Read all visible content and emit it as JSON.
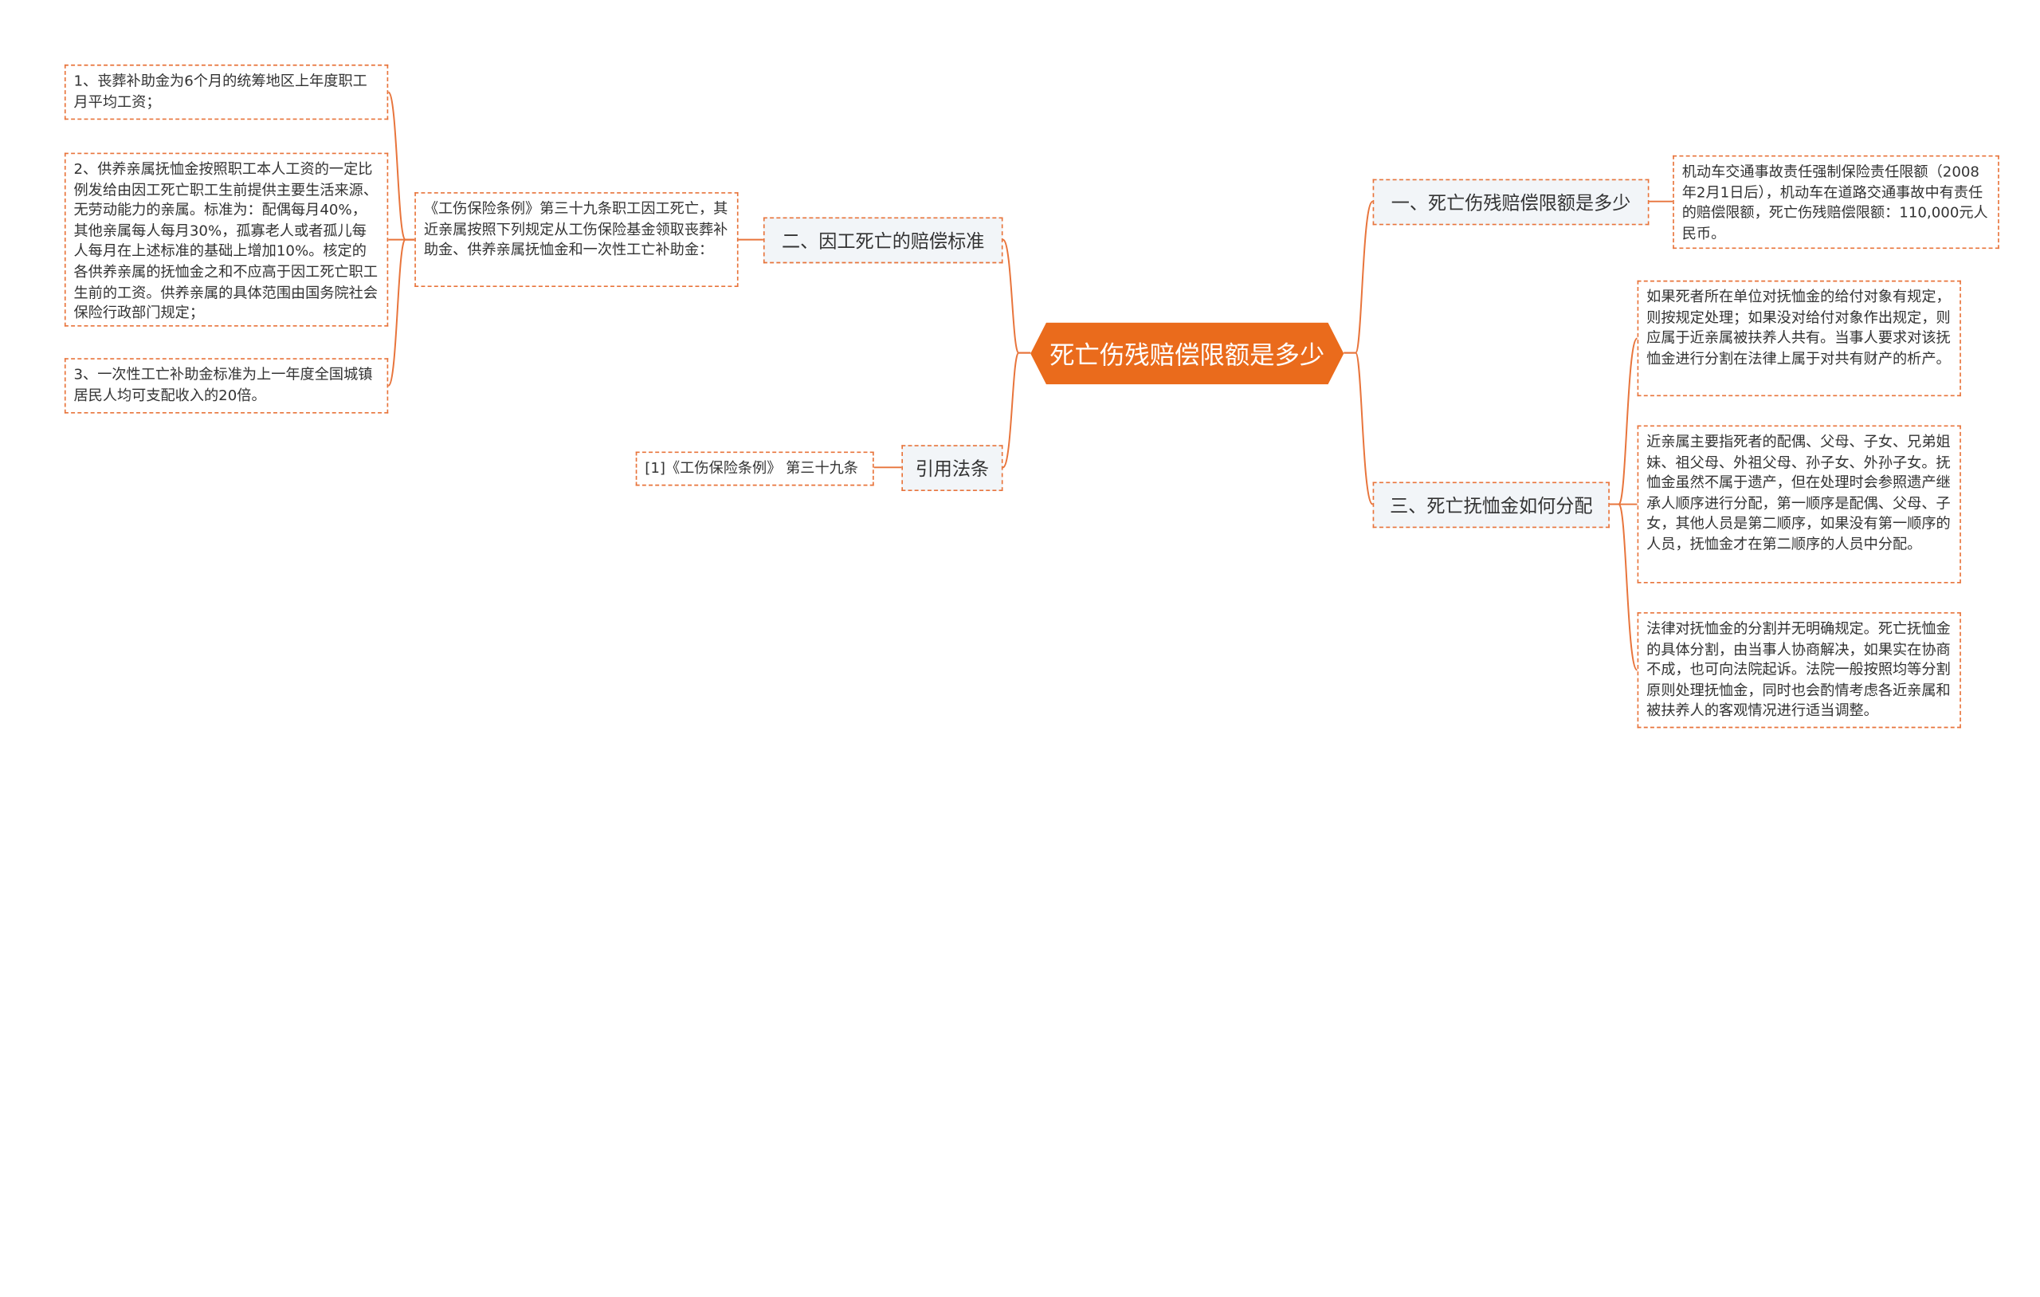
{
  "root": {
    "label": "死亡伤残赔偿限额是多少"
  },
  "branches": {
    "limit": {
      "label": "一、死亡伤残赔偿限额是多少",
      "leaves": [
        "机动车交通事故责任强制保险责任限额（2008年2月1日后），机动车在道路交通事故中有责任的赔偿限额，死亡伤残赔偿限额：110,000元人民币。"
      ]
    },
    "distribution": {
      "label": "三、死亡抚恤金如何分配",
      "leaves": [
        "如果死者所在单位对抚恤金的给付对象有规定，则按规定处理；如果没对给付对象作出规定，则应属于近亲属被扶养人共有。当事人要求对该抚恤金进行分割在法律上属于对共有财产的析产。",
        "近亲属主要指死者的配偶、父母、子女、兄弟姐妹、祖父母、外祖父母、孙子女、外孙子女。抚恤金虽然不属于遗产，但在处理时会参照遗产继承人顺序进行分配，第一顺序是配偶、父母、子女，其他人员是第二顺序，如果没有第一顺序的人员，抚恤金才在第二顺序的人员中分配。",
        "法律对抚恤金的分割并无明确规定。死亡抚恤金的具体分割，由当事人协商解决，如果实在协商不成，也可向法院起诉。法院一般按照均等分割原则处理抚恤金，同时也会酌情考虑各近亲属和被扶养人的客观情况进行适当调整。"
      ]
    },
    "standard": {
      "label": "二、因工死亡的赔偿标准",
      "intro": "《工伤保险条例》第三十九条职工因工死亡，其近亲属按照下列规定从工伤保险基金领取丧葬补助金、供养亲属抚恤金和一次性工亡补助金：",
      "items": [
        "1、丧葬补助金为6个月的统筹地区上年度职工月平均工资；",
        "2、供养亲属抚恤金按照职工本人工资的一定比例发给由因工死亡职工生前提供主要生活来源、无劳动能力的亲属。标准为：配偶每月40%，其他亲属每人每月30%，孤寡老人或者孤儿每人每月在上述标准的基础上增加10%。核定的各供养亲属的抚恤金之和不应高于因工死亡职工生前的工资。供养亲属的具体范围由国务院社会保险行政部门规定；",
        "3、一次性工亡补助金标准为上一年度全国城镇居民人均可支配收入的20倍。"
      ]
    },
    "reference": {
      "label": "引用法条",
      "leaves": [
        "[1]《工伤保险条例》 第三十九条"
      ]
    }
  },
  "colors": {
    "root_fill": "#ea6b1c",
    "connector": "#e8743b",
    "branch_fill": "#f2f5f8",
    "border_dashed": "#e8743b"
  }
}
